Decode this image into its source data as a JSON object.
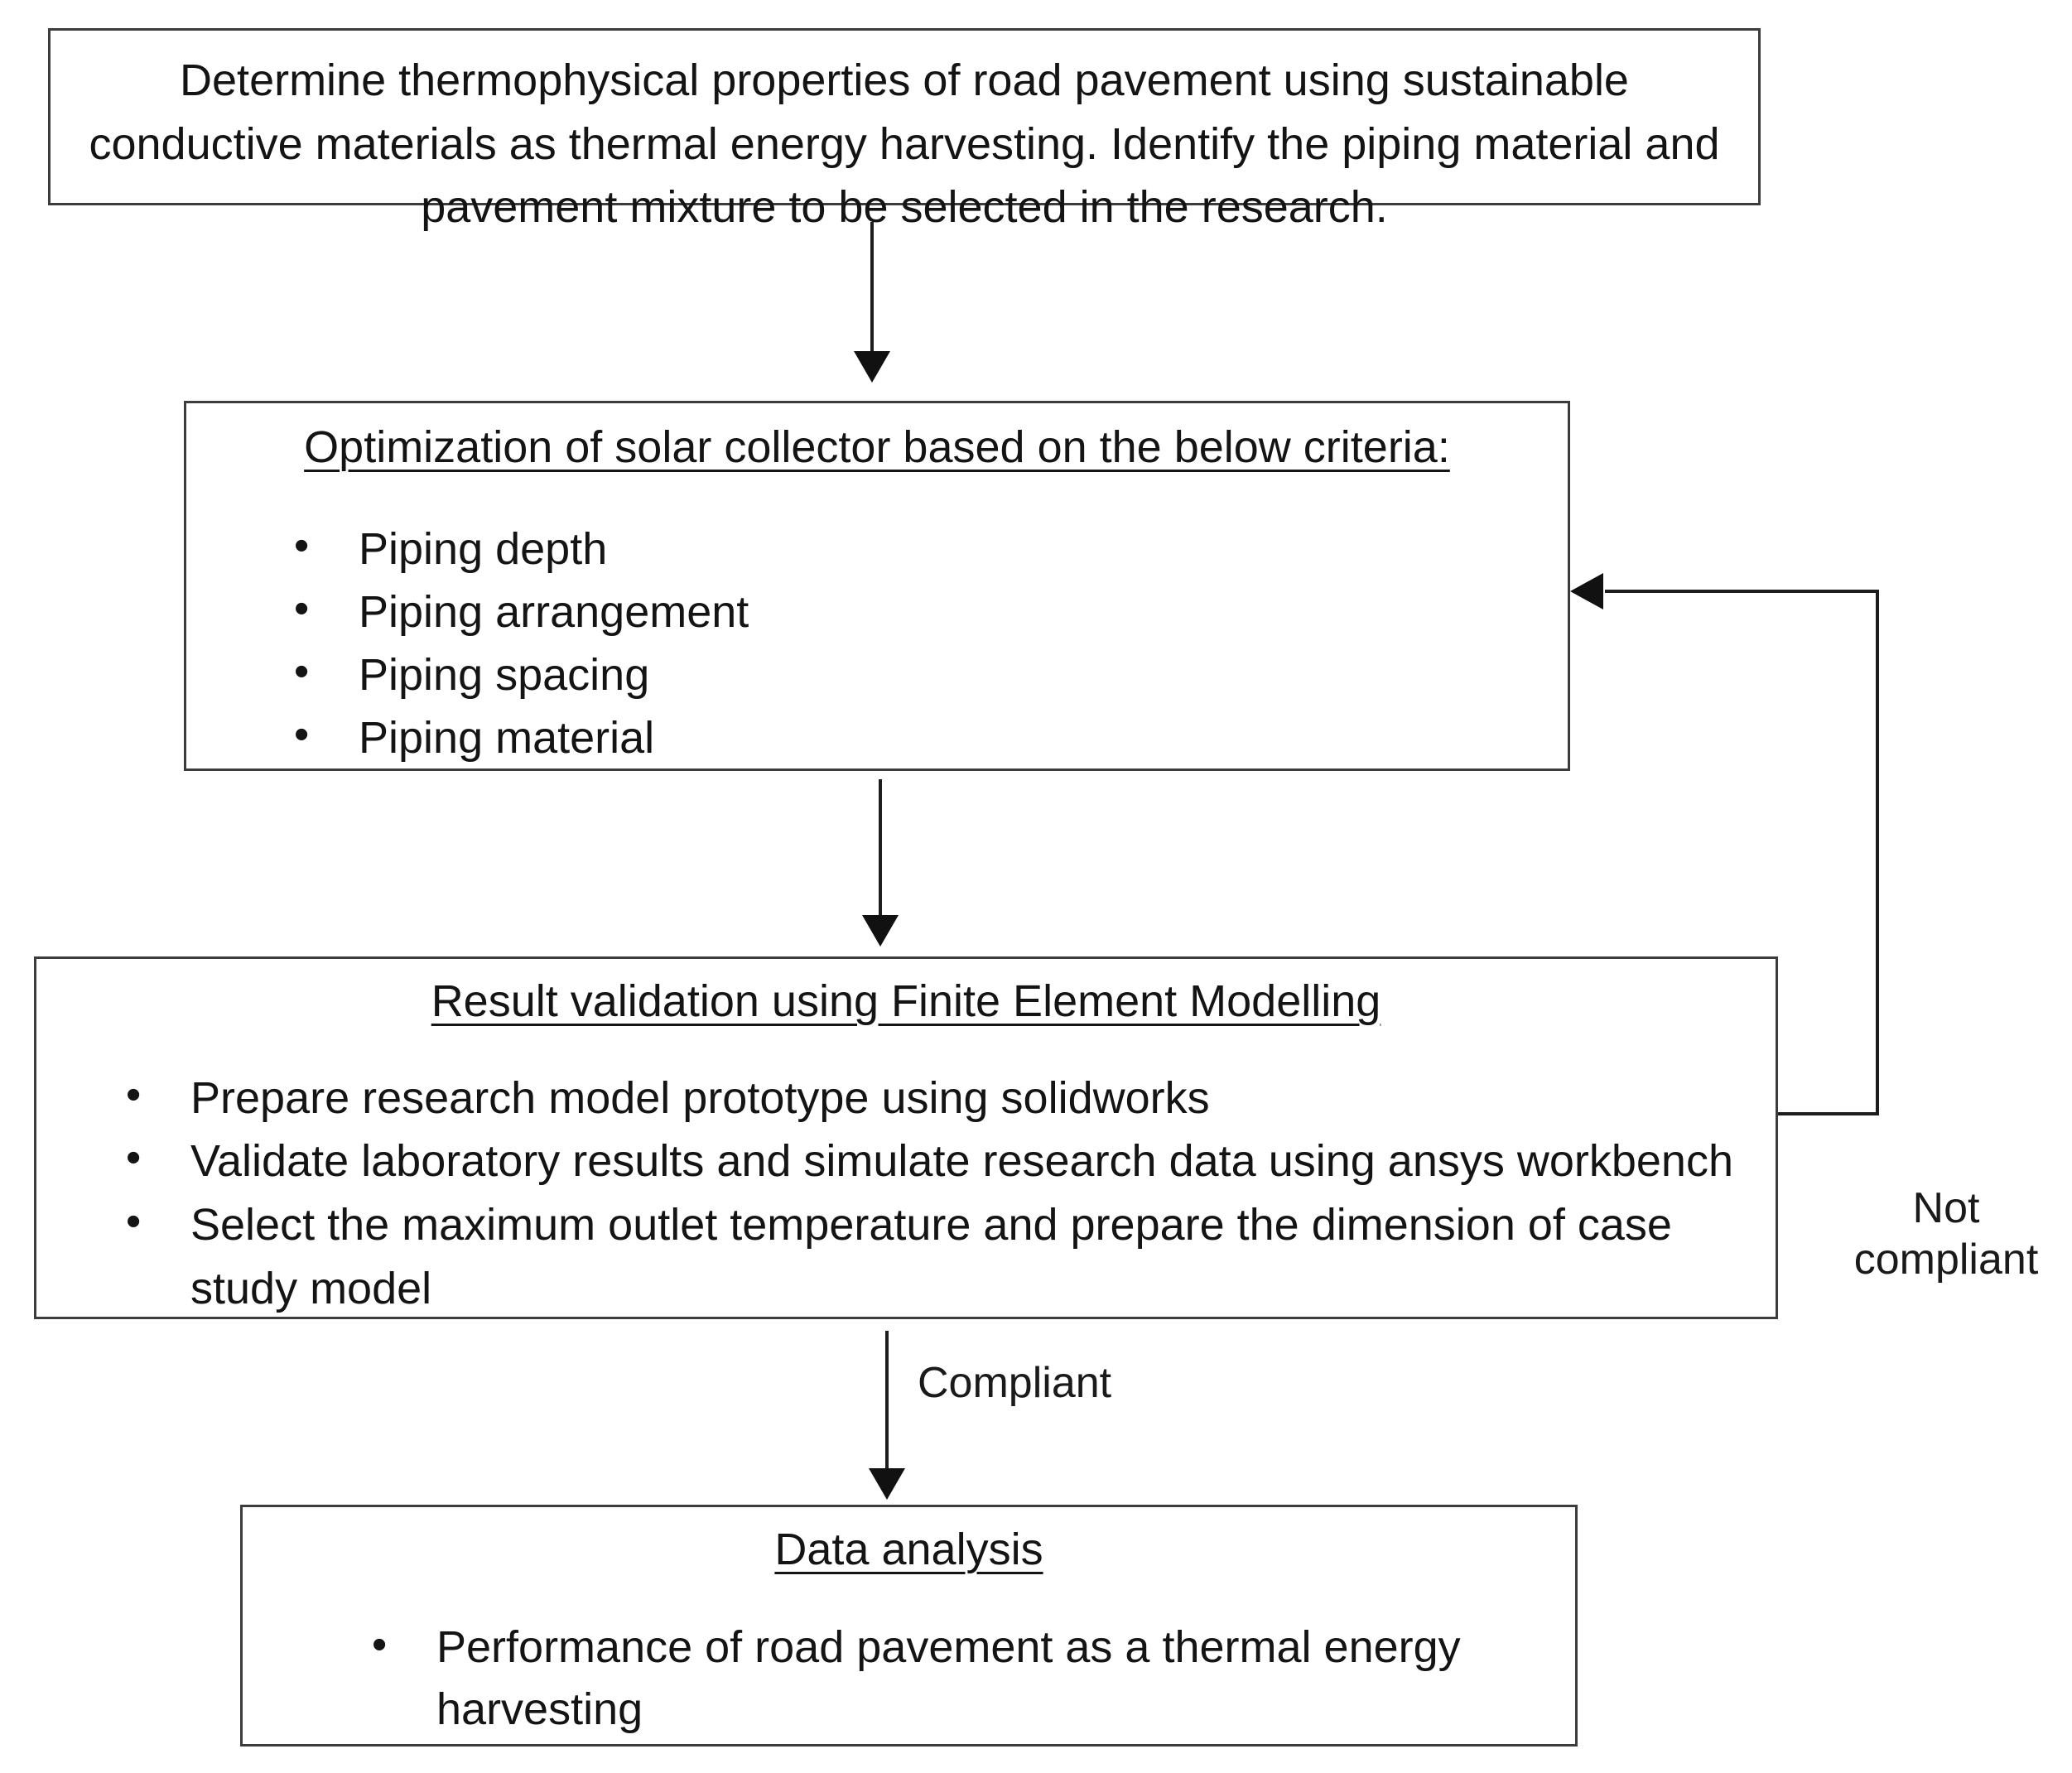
{
  "diagram": {
    "title": "Research methodology flowchart",
    "nodes": [
      {
        "id": "problem",
        "kind": "process-box",
        "paragraph": "Determine thermophysical properties of road pavement using sustainable conductive materials as thermal energy harvesting. Identify the piping material and pavement mixture to be selected in the research."
      },
      {
        "id": "optimization",
        "kind": "process-box",
        "heading": "Optimization of solar collector based on the below criteria:",
        "bullets": [
          "Piping depth",
          "Piping arrangement",
          "Piping spacing",
          "Piping material"
        ]
      },
      {
        "id": "validation",
        "kind": "process-box",
        "heading": "Result validation using Finite Element Modelling",
        "bullets": [
          "Prepare research model prototype using solidworks",
          "Validate laboratory results and simulate research data using ansys workbench",
          "Select the maximum outlet temperature and prepare the dimension of case study model"
        ]
      },
      {
        "id": "analysis",
        "kind": "process-box",
        "heading": "Data analysis",
        "bullets": [
          "Performance of road pavement as a thermal energy harvesting"
        ]
      }
    ],
    "edges": [
      {
        "id": "problem-to-optimization",
        "from": "problem",
        "to": "optimization",
        "label": "",
        "style": "straight-down-arrow"
      },
      {
        "id": "optimization-to-validation",
        "from": "optimization",
        "to": "validation",
        "label": "",
        "style": "straight-down-arrow"
      },
      {
        "id": "validation-to-analysis",
        "from": "validation",
        "to": "analysis",
        "label": "Compliant",
        "style": "straight-down-arrow"
      },
      {
        "id": "feedback",
        "from": "validation",
        "to": "optimization",
        "label": "Not compliant",
        "style": "elbow-loop-left-arrow"
      }
    ],
    "colors": {
      "box_border": "#3c3c3c",
      "connector": "#1d1d1d",
      "text": "#141414",
      "background": "#ffffff"
    }
  }
}
